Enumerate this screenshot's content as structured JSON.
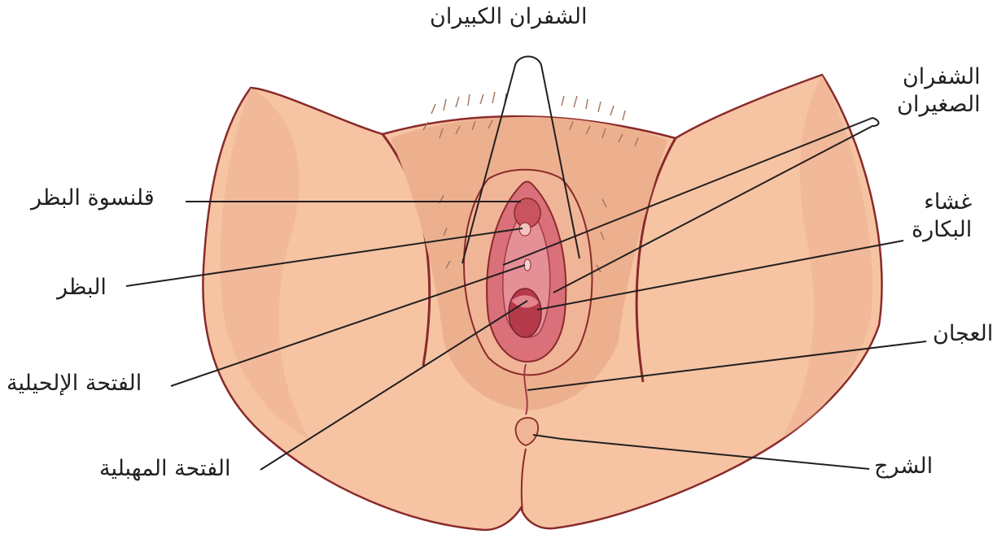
{
  "labels": {
    "labia_majora": "الشفران الكبيران",
    "labia_minora_line1": "الشفران",
    "labia_minora_line2": "الصغيران",
    "clitoral_hood": "قلنسوة البظر",
    "hymen_line1": "غشاء",
    "hymen_line2": "البكارة",
    "clitoris": "البظر",
    "perineum": "العجان",
    "urethral_opening": "الفتحة الإلحيلية",
    "anus": "الشرج",
    "vaginal_opening": "الفتحة المهبلية"
  },
  "colors": {
    "skin": "#f6c4a3",
    "skin_shade": "#e9a98a",
    "outline": "#8a2a2a",
    "mucosa": "#d9707a",
    "mucosa_dark": "#b53a4a",
    "hair": "#a0745a",
    "leader": "#231f20"
  }
}
